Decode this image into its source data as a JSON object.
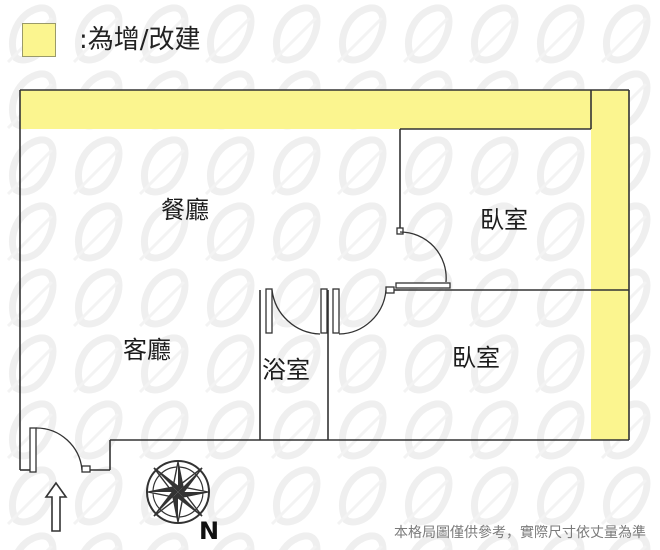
{
  "legend": {
    "swatch_color": "#fbf58f",
    "label": ":為增/改建"
  },
  "rooms": {
    "dining": "餐廳",
    "living": "客廳",
    "bathroom": "浴室",
    "bedroom_top": "臥室",
    "bedroom_bottom": "臥室"
  },
  "compass": {
    "north_label": "N",
    "icon": "compass-rose-icon"
  },
  "entrance": {
    "icon": "entrance-arrow-icon"
  },
  "disclaimer": "本格局圖僅供參考，實際尺寸依丈量為準",
  "colors": {
    "addition_fill": "#fbf58f",
    "wall": "#333333",
    "watermark": "#f1f1f1"
  }
}
